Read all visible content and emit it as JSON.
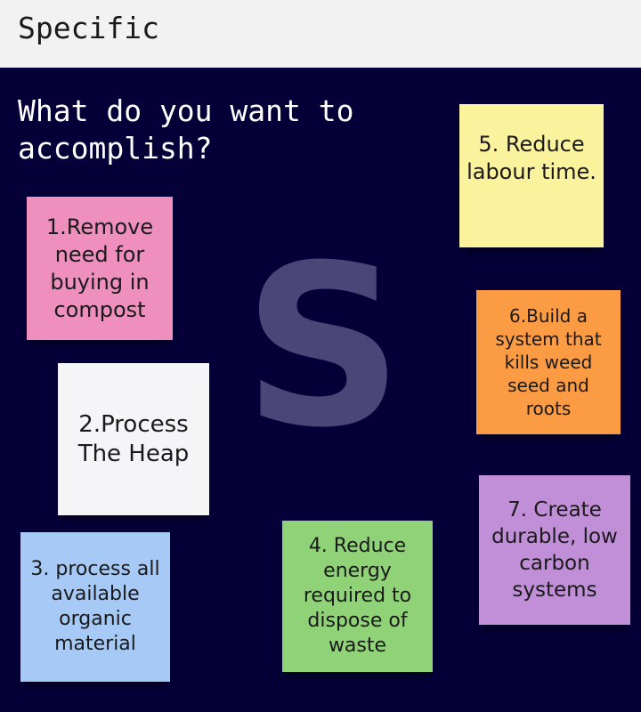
{
  "header": {
    "title": "Specific"
  },
  "board": {
    "question": "What do you want to accomplish?",
    "letter": "S",
    "notes": [
      {
        "text": "1.Remove need for buying in compost",
        "color": "#ee8fbd"
      },
      {
        "text": "2.Process The Heap",
        "color": "#f5f5f7"
      },
      {
        "text": "3. process all available organic material",
        "color": "#a7c9f5"
      },
      {
        "text": "4. Reduce energy required to dispose of waste",
        "color": "#8fd277"
      },
      {
        "text": "5. Reduce labour time.",
        "color": "#fbf29e"
      },
      {
        "text": "6.Build a system that kills weed seed and roots",
        "color": "#fb9c45"
      },
      {
        "text": "7. Create durable, low carbon systems",
        "color": "#c08fd7"
      }
    ]
  }
}
